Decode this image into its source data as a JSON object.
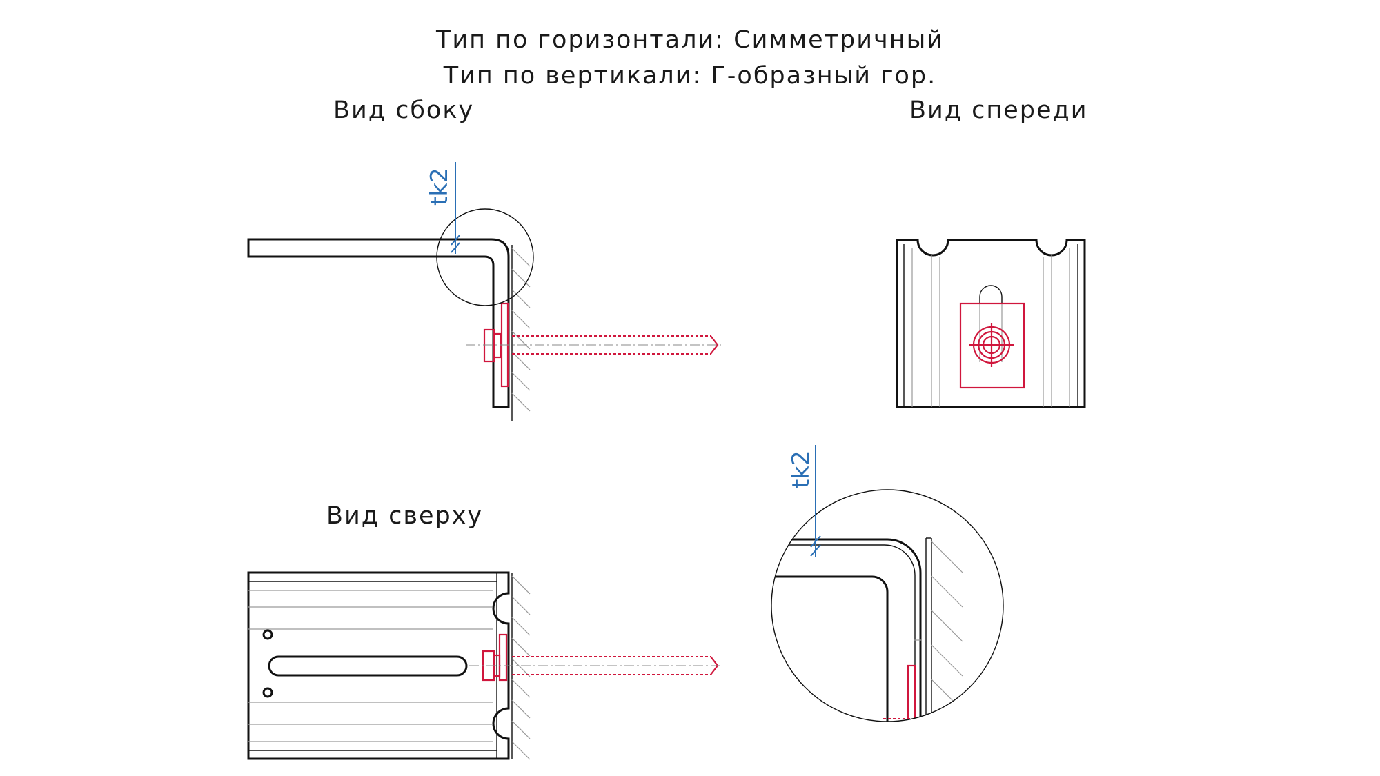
{
  "header": {
    "horizontal_type": "Тип по горизонтали: Симметричный",
    "vertical_type": "Тип по вертикали: Г-образный гор."
  },
  "views": {
    "side": "Вид сбоку",
    "front": "Вид спереди",
    "top": "Вид сверху"
  },
  "annotations": {
    "thickness_label": "tk2"
  },
  "colors": {
    "outline": "#111111",
    "fastener": "#d0173d",
    "dimension": "#2a6fb5",
    "hidden": "#9a9a9a"
  }
}
